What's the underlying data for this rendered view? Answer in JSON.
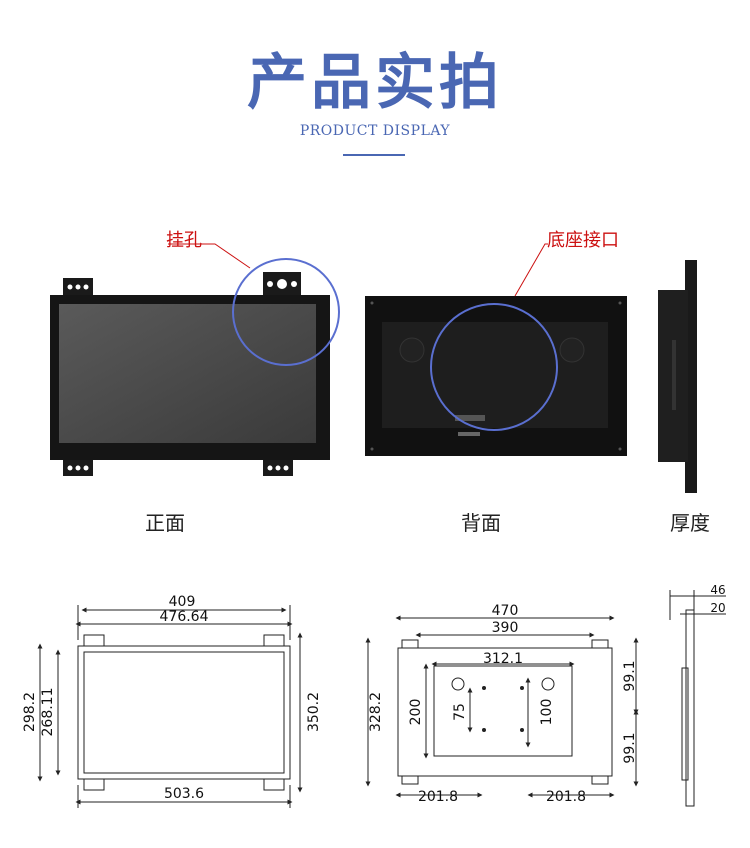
{
  "header": {
    "title": "产品实拍",
    "subtitle": "PRODUCT DISPLAY"
  },
  "callouts": {
    "hanging_hole": "挂孔",
    "base_interface": "底座接口"
  },
  "views": {
    "front": "正面",
    "back": "背面",
    "thickness": "厚度"
  },
  "dimensions": {
    "front": {
      "top_outer": "409",
      "top_inner": "476.64",
      "bottom": "503.6",
      "left_outer": "298.2",
      "left_inner": "268.11",
      "right": "350.2"
    },
    "back": {
      "top_outer": "470",
      "top_inner": "390",
      "vesa_width": "312.1",
      "left_outer": "328.2",
      "vesa_height": "200",
      "hole_a": "75",
      "hole_b": "100",
      "right_top": "99.1",
      "right_bottom": "99.1",
      "bottom_left": "201.8",
      "bottom_right": "201.8"
    },
    "side": {
      "depth_total": "46",
      "depth_front": "20"
    }
  },
  "colors": {
    "accent": "#4a67b3",
    "callout": "#cc1111",
    "circle": "#5a6fd0"
  }
}
